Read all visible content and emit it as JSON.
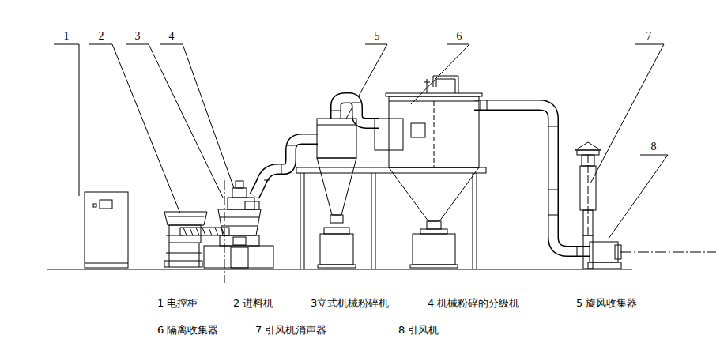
{
  "diagram": {
    "labels": [
      "1",
      "2",
      "3",
      "4",
      "5",
      "6",
      "7",
      "8",
      "1 电控柜",
      "2 进料机",
      "3立式机械粉碎机",
      "4 机械粉碎的分级机",
      "5 旋风收集器",
      "6 隔离收集器",
      "7 引风机消声器",
      "8 引风机"
    ]
  }
}
